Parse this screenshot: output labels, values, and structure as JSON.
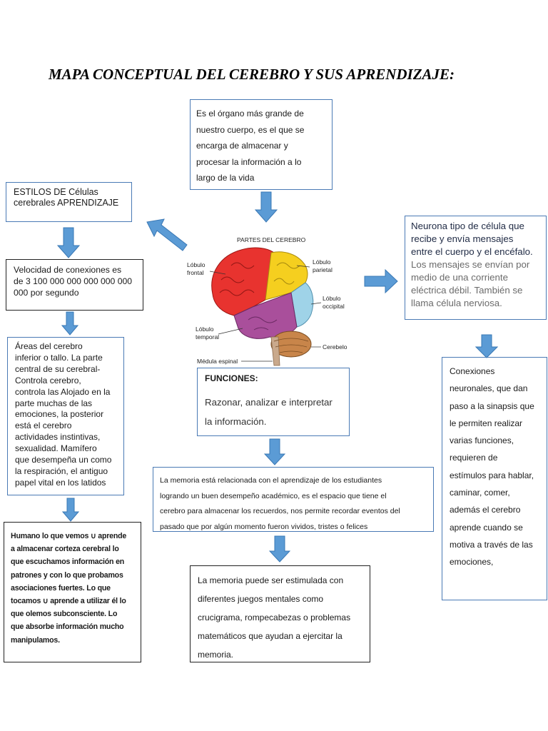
{
  "title": "MAPA CONCEPTUAL DEL CEREBRO Y SUS APRENDIZAJE:",
  "colors": {
    "box_border": "#4a7ab5",
    "arrow_fill": "#5b9bd5",
    "arrow_stroke": "#3a78b5"
  },
  "top_box": "Es el órgano más grande de\nnuestro cuerpo, es el que se\nencarga de almacenar y\nprocesar la información a lo\nlargo de la vida",
  "estilos_box": "ESTILOS DE Células\ncerebrales APRENDIZAJE",
  "velocidad_box": "Velocidad de conexiones es\nde 3 100 000 000 000 000 000\n000 por segundo",
  "areas_box": "Áreas del cerebro\ninferior o tallo. La parte\ncentral de su cerebral-\nControla cerebro,\ncontrola las Alojado en la\nparte muchas de las\nemociones, la posterior\nestá el cerebro\nactividades instintivas,\nsexualidad. Mamífero\nque desempeña un como\nla respiración, el antiguo\npapel vital en los latidos",
  "humano_box": "Humano lo que vemos ∪ aprende\na almacenar corteza cerebral lo\nque escuchamos información en\npatrones y con lo que probamos\nasociaciones fuertes. Lo que\ntocamos ∪ aprende a utilizar él lo\nque olemos subconsciente. Lo\nque absorbe información mucho\nmanipulamos.",
  "neurona_box": {
    "part1": "Neurona tipo de célula que\nrecibe y envía mensajes\nentre el cuerpo y el encéfalo.",
    "part2": "Los mensajes se envían por\nmedio de una corriente\neléctrica débil. También se\nllama célula nerviosa."
  },
  "conexiones_box": "Conexiones\nneuronales, que dan\npaso a la sinapsis que\nle permiten realizar\nvarias funciones,\nrequieren de\nestímulos para hablar,\ncaminar, comer,\nademás el cerebro\naprende cuando se\nmotiva a través de las\nemociones,",
  "funciones_box": {
    "heading": "FUNCIONES:",
    "body": "Razonar, analizar e interpretar\nla información."
  },
  "memoria_box": "La memoria está relacionada con el aprendizaje de los estudiantes\nlogrando un buen desempeño académico, es el espacio que tiene el\ncerebro para almacenar los recuerdos, nos permite recordar eventos del\npasado que por algún momento fueron vividos, tristes o felices",
  "memoria2_box": "La memoria puede ser estimulada con\ndiferentes juegos mentales como\ncrucigrama, rompecabezas o problemas\nmatemáticos que ayudan a ejercitar la\nmemoria.",
  "brain": {
    "title": "PARTES DEL CEREBRO",
    "labels": {
      "frontal": "Lóbulo\nfrontal",
      "parietal": "Lóbulo\nparietal",
      "occipital": "Lóbulo\noccipital",
      "temporal": "Lóbulo\ntemporal",
      "cerebelo": "Cerebelo",
      "medula": "Médula espinal"
    }
  }
}
